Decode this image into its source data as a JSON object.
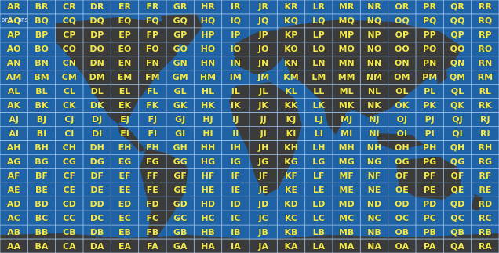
{
  "map": {
    "columns": [
      "A",
      "B",
      "C",
      "D",
      "E",
      "F",
      "G",
      "H",
      "I",
      "J",
      "K",
      "L",
      "M",
      "N",
      "O",
      "P",
      "Q",
      "R"
    ],
    "rows": [
      "R",
      "Q",
      "P",
      "O",
      "N",
      "M",
      "L",
      "K",
      "J",
      "I",
      "H",
      "G",
      "F",
      "E",
      "D",
      "C",
      "B",
      "A"
    ],
    "watermark": "OFS, BRS",
    "colors": {
      "ocean": "#1f63a6",
      "land": "#3b3b3b",
      "grid": "#9ec3ea",
      "label": "#f2e84a"
    }
  }
}
